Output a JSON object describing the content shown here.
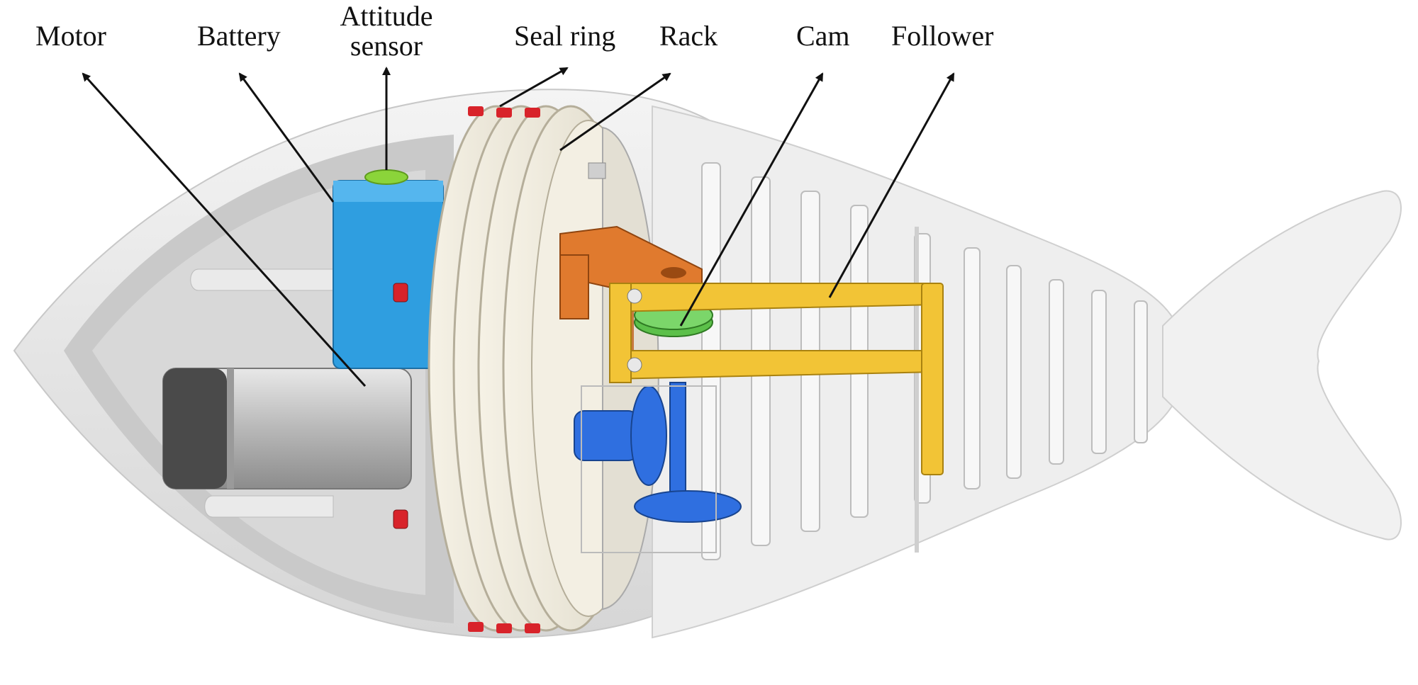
{
  "figure": {
    "labels": {
      "motor": "Motor",
      "battery": "Battery",
      "attitude_sensor_line1": "Attitude",
      "attitude_sensor_line2": "sensor",
      "seal_ring": "Seal ring",
      "rack": "Rack",
      "cam": "Cam",
      "follower": "Follower"
    },
    "colors": {
      "shell": "#e6e6e6",
      "shell_inner": "#cfcfcf",
      "seal_disc": "#efeadc",
      "seal_ring": "#d8232a",
      "battery": "#2f9ee0",
      "sensor": "#8bd43a",
      "motor": "#bdbdbd",
      "rack": "#e07a2e",
      "cam": "#5cc04a",
      "follower": "#f2c436",
      "bevel_gear": "#2f6fe0",
      "arrow": "#111111"
    }
  }
}
